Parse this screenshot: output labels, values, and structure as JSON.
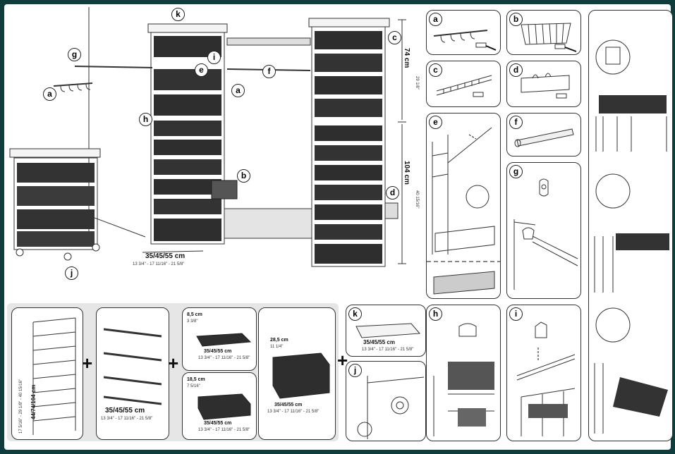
{
  "main_scene": {
    "callouts": [
      "k",
      "g",
      "i",
      "c",
      "e",
      "f",
      "a",
      "a",
      "h",
      "b",
      "d",
      "j"
    ],
    "dim_height_top": "74 cm",
    "dim_height_top_sub": "29 1/8\"",
    "dim_height_bottom": "104 cm",
    "dim_height_bottom_sub": "40 15/16\"",
    "dim_width": "35/45/55 cm",
    "dim_width_sub": "13 3/4\" - 17 11/16\" - 21 5/8\""
  },
  "detail_panels": {
    "a": "a",
    "b": "b",
    "c": "c",
    "d": "d",
    "e": "e",
    "f": "f",
    "g": "g",
    "h": "h",
    "i": "i",
    "j": "j",
    "k": "k"
  },
  "bottom_strip": {
    "frame_height": "44/74/104 cm",
    "frame_height_sub": "17 5/16\" - 29 1/8\" - 40 15/16\"",
    "runners_width": "35/45/55 cm",
    "runners_width_sub": "13 3/4\" - 17 11/16\" - 21 5/8\"",
    "basket_small_h": "8,5 cm",
    "basket_small_h_sub": "3 3/8\"",
    "basket_small_w": "35/45/55 cm",
    "basket_small_w_sub": "13 3/4\" - 17 11/16\" - 21 5/8\"",
    "basket_mid_h": "18,5 cm",
    "basket_mid_h_sub": "7 5/16\"",
    "basket_mid_w": "35/45/55 cm",
    "basket_mid_w_sub": "13 3/4\" - 17 11/16\" - 21 5/8\"",
    "basket_large_h": "28,5 cm",
    "basket_large_h_sub": "11 1/4\"",
    "basket_large_w": "35/45/55 cm",
    "basket_large_w_sub": "13 3/4\" - 17 11/16\" - 21 5/8\"",
    "top_shelf_w": "35/45/55 cm",
    "top_shelf_w_sub": "13 3/4\" - 17 11/16\" - 21 5/8\"",
    "plus_signs": [
      "+",
      "+",
      "+"
    ]
  }
}
